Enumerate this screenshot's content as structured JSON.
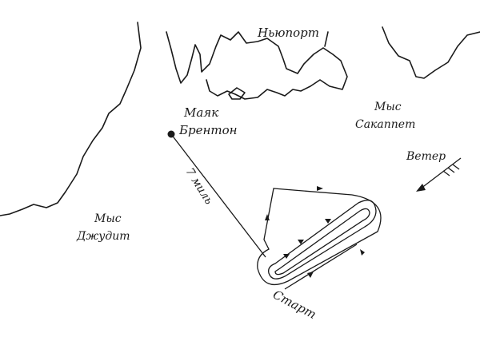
{
  "labels": {
    "newport": "Ньюпорт",
    "lighthouse_line1": "Маяк",
    "lighthouse_line2": "Брентон",
    "cape_sakonnet_line1": "Мыс",
    "cape_sakonnet_line2": "Сакаппет",
    "wind": "Ветер",
    "distance": "7 миль",
    "cape_judith_line1": "Мыс",
    "cape_judith_line2": "Джудит",
    "start": "Старт"
  },
  "colors": {
    "ink": "#1a1a1a",
    "paper": "#ffffff"
  }
}
